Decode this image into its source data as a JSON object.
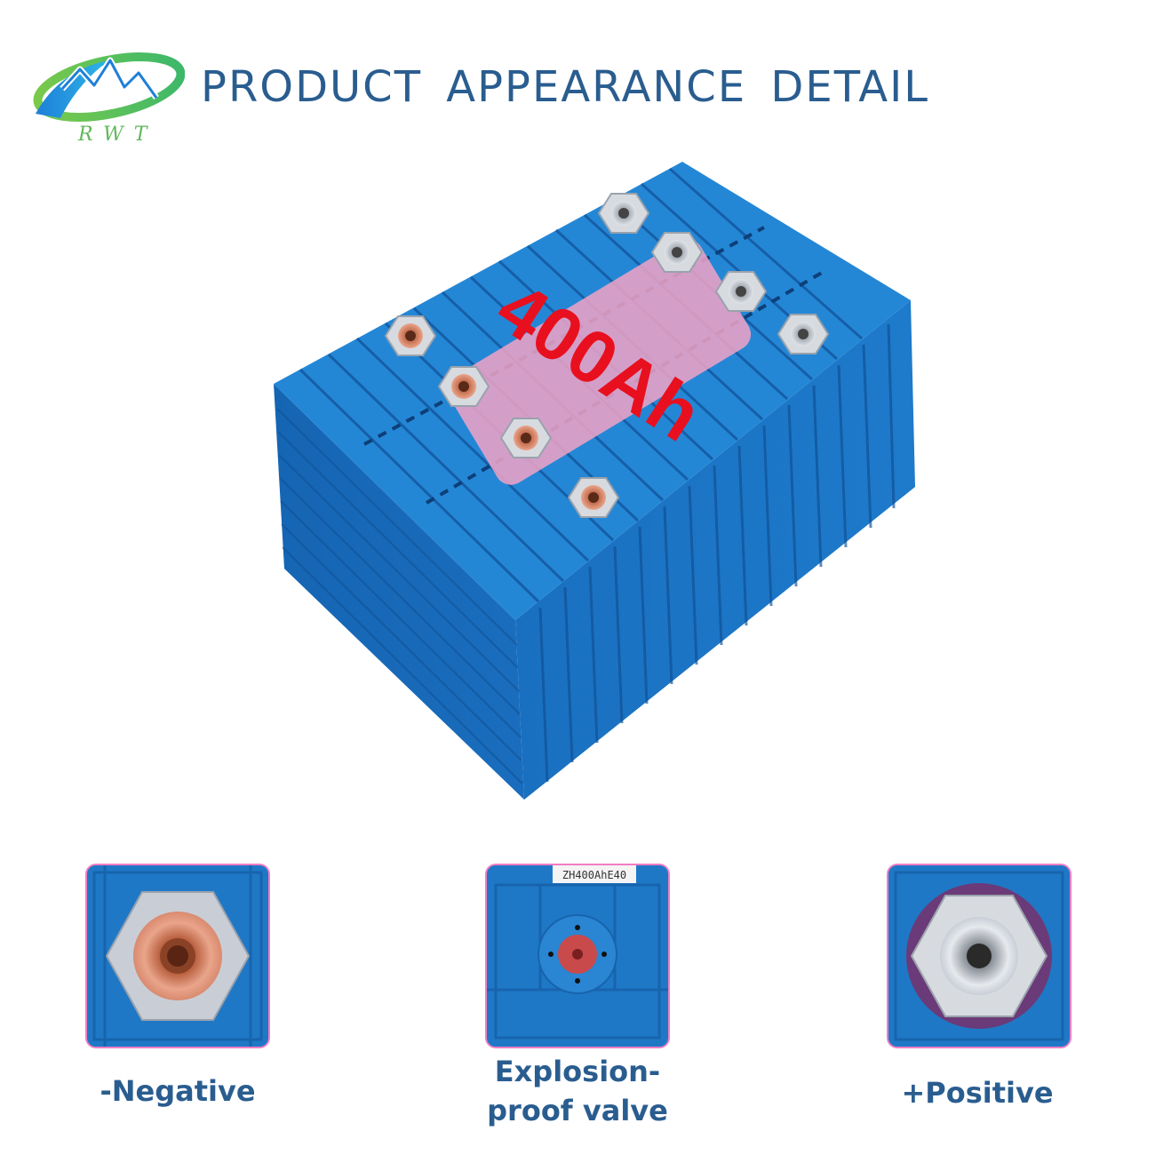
{
  "header": {
    "logo_letters": "RWT",
    "title": "PRODUCT APPEARANCE DETAIL"
  },
  "product": {
    "capacity_label": "400Ah",
    "cell_color": "#1f78c6"
  },
  "details": [
    {
      "caption": "-Negative",
      "terminal": "copper-terminal-icon"
    },
    {
      "caption_line1": "Explosion-",
      "caption_line2": "proof valve",
      "sticker_text": "ZH400AhE40",
      "terminal": "valve-icon"
    },
    {
      "caption": "+Positive",
      "terminal": "aluminum-terminal-icon"
    }
  ],
  "colors": {
    "title": "#2a5d8f",
    "frame_border": "#f27ec4",
    "copper": "#d98a6e",
    "aluminum": "#c9ced6",
    "label_red": "#e8101e"
  }
}
